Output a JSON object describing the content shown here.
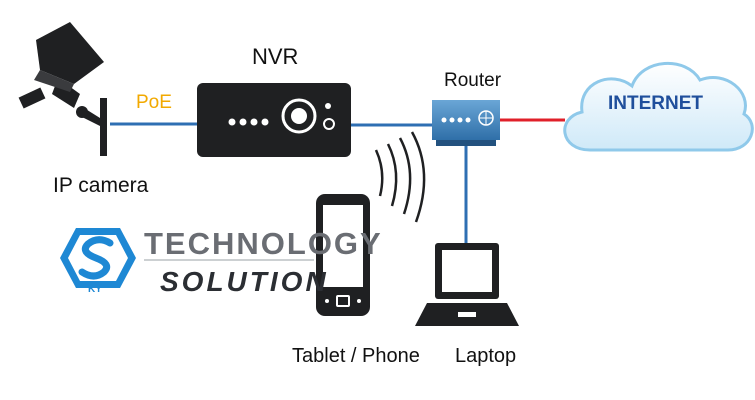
{
  "labels": {
    "nvr": "NVR",
    "router": "Router",
    "poe": "PoE",
    "ip_camera": "IP camera",
    "tablet_phone": "Tablet / Phone",
    "laptop": "Laptop",
    "internet": "INTERNET"
  },
  "logo": {
    "line1": "TECHNOLOGY",
    "line2": "SOLUTION",
    "small": "KY"
  },
  "colors": {
    "cable": "#2f6fb3",
    "internet_link": "#e0202a",
    "poe_text": "#f2a900",
    "internet_text": "#1f4f9c",
    "cloud_fill": "#dff1fb",
    "cloud_stroke": "#8fc9ea",
    "device_dark": "#1f2022",
    "logo_blue": "#1e88d4"
  },
  "icons": [
    "ip-camera-icon",
    "nvr-icon",
    "router-icon",
    "cloud-icon",
    "wifi-waves-icon",
    "tablet-phone-icon",
    "laptop-icon",
    "logo-icon"
  ]
}
